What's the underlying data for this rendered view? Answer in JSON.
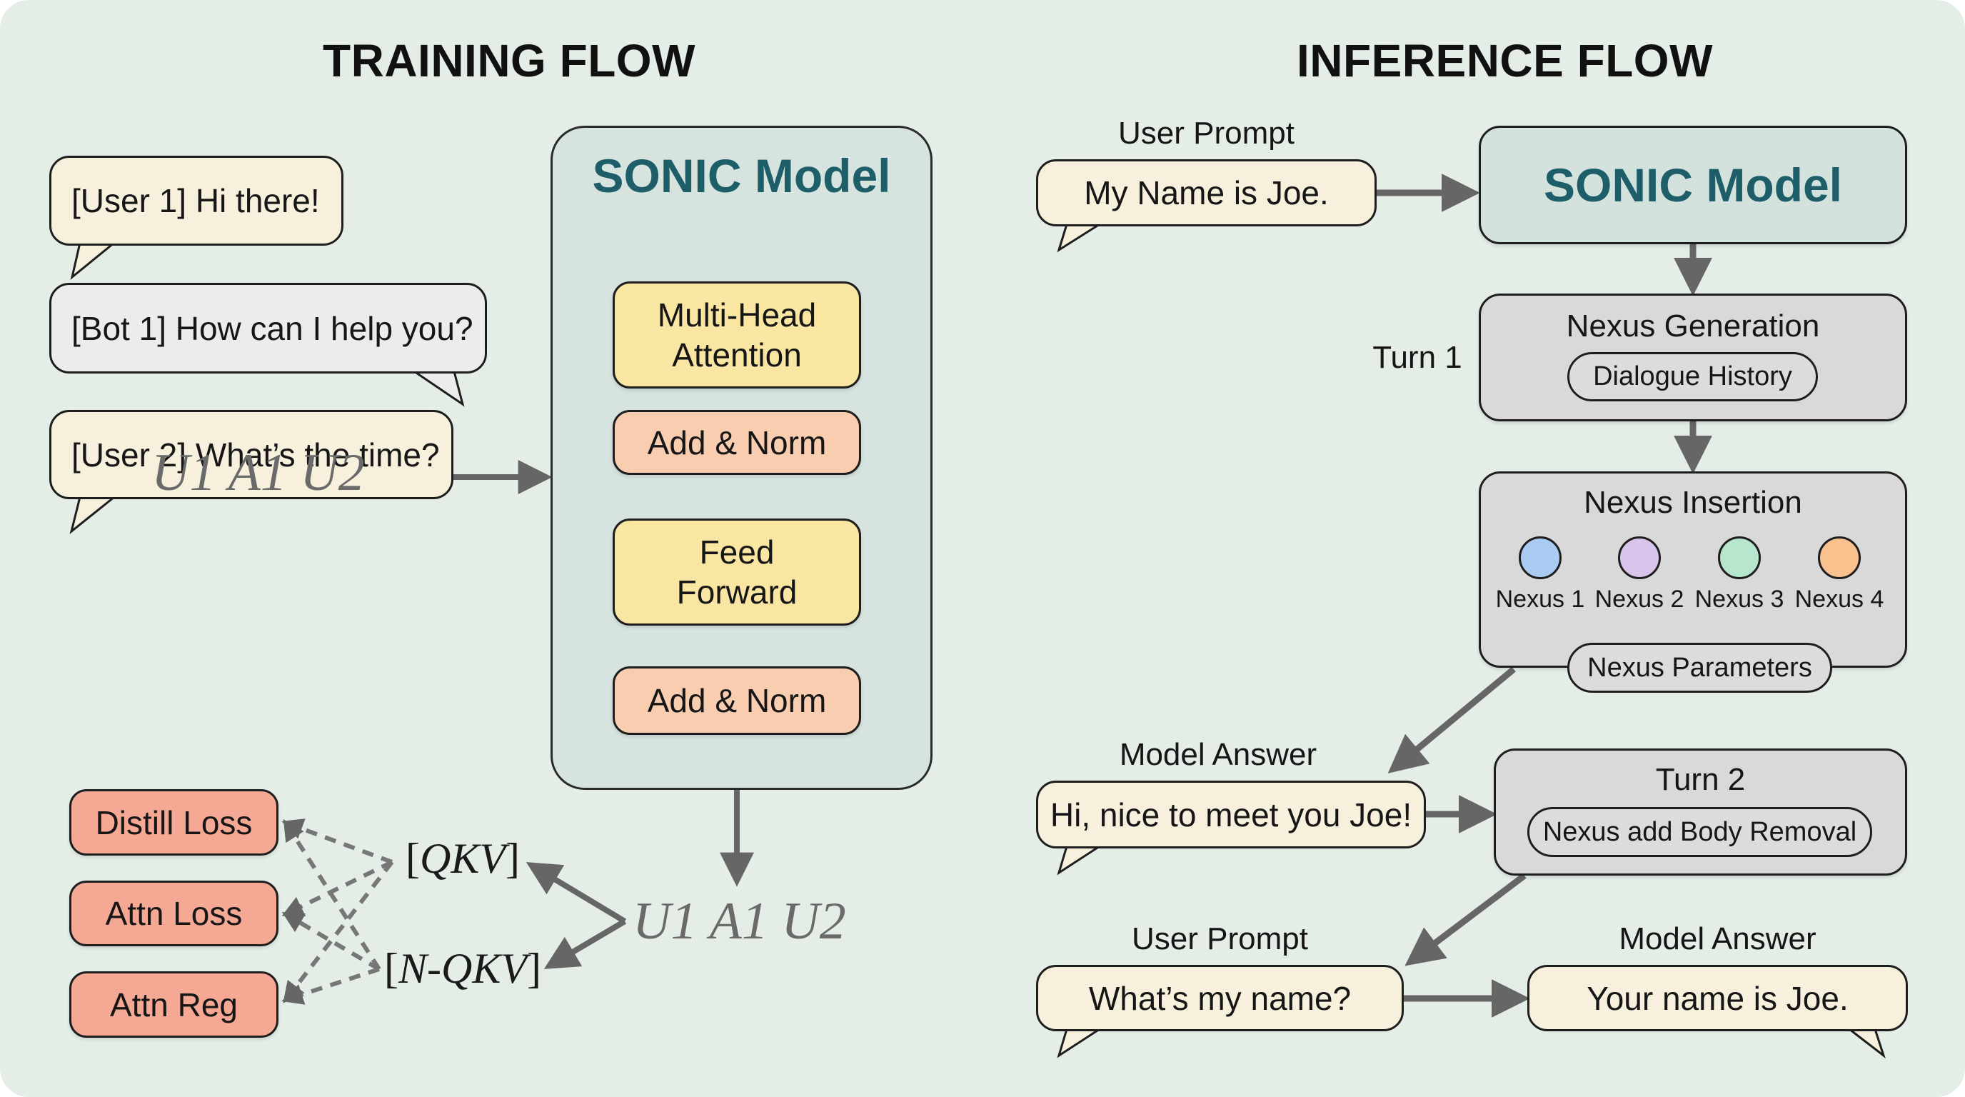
{
  "training": {
    "title": "TRAINING FLOW",
    "dialogue": [
      {
        "speaker": "user",
        "text": "[User 1] Hi there!"
      },
      {
        "speaker": "bot",
        "text": "[Bot 1] How can I help you?"
      },
      {
        "speaker": "user",
        "text": "[User 2] What’s the time?"
      }
    ],
    "input_sequence": "U1 A1 U2",
    "model": {
      "title": "SONIC Model",
      "layers": [
        {
          "name": "multi-head-attention",
          "line1": "Multi-Head",
          "line2": "Attention"
        },
        {
          "name": "add-norm-top",
          "label": "Add & Norm"
        },
        {
          "name": "feed-forward",
          "line1": "Feed",
          "line2": "Forward"
        },
        {
          "name": "add-norm-bottom",
          "label": "Add & Norm"
        }
      ]
    },
    "output_sequence": "U1 A1 U2",
    "qkv_label": "QKV",
    "nqkv_label": "N-QKV",
    "losses": [
      "Distill Loss",
      "Attn Loss",
      "Attn Reg"
    ]
  },
  "inference": {
    "title": "INFERENCE FLOW",
    "user_prompt_label": "User Prompt",
    "user_prompt_1": "My Name is Joe.",
    "model_title": "SONIC Model",
    "turn1_label": "Turn 1",
    "nexus_generation": {
      "title": "Nexus Generation",
      "pill": "Dialogue History"
    },
    "nexus_insertion": {
      "title": "Nexus Insertion",
      "nodes": [
        {
          "label": "Nexus 1",
          "color": "#A9CBF1"
        },
        {
          "label": "Nexus 2",
          "color": "#D9C4EB"
        },
        {
          "label": "Nexus 3",
          "color": "#B6E6CD"
        },
        {
          "label": "Nexus 4",
          "color": "#F8C18E"
        }
      ],
      "pill": "Nexus Parameters"
    },
    "model_answer_label": "Model Answer",
    "model_answer_1": "Hi, nice to meet you Joe!",
    "turn2": {
      "title": "Turn 2",
      "pill": "Nexus add Body Removal"
    },
    "user_prompt_label_2": "User Prompt",
    "user_prompt_2": "What’s my name?",
    "model_answer_label_2": "Model Answer",
    "model_answer_2": "Your name is Joe."
  },
  "colors": {
    "background": "#E4EEE7",
    "user_bubble": "#F7F0DC",
    "bot_bubble": "#ECECEC",
    "model_fill": "#D6E3DE",
    "model_title": "#1E5E69",
    "attention_ff": "#F9E6A3",
    "add_norm": "#F8CDB0",
    "loss": "#F5A894",
    "nexus_box": "#D9D9D9",
    "arrow": "#666666"
  }
}
